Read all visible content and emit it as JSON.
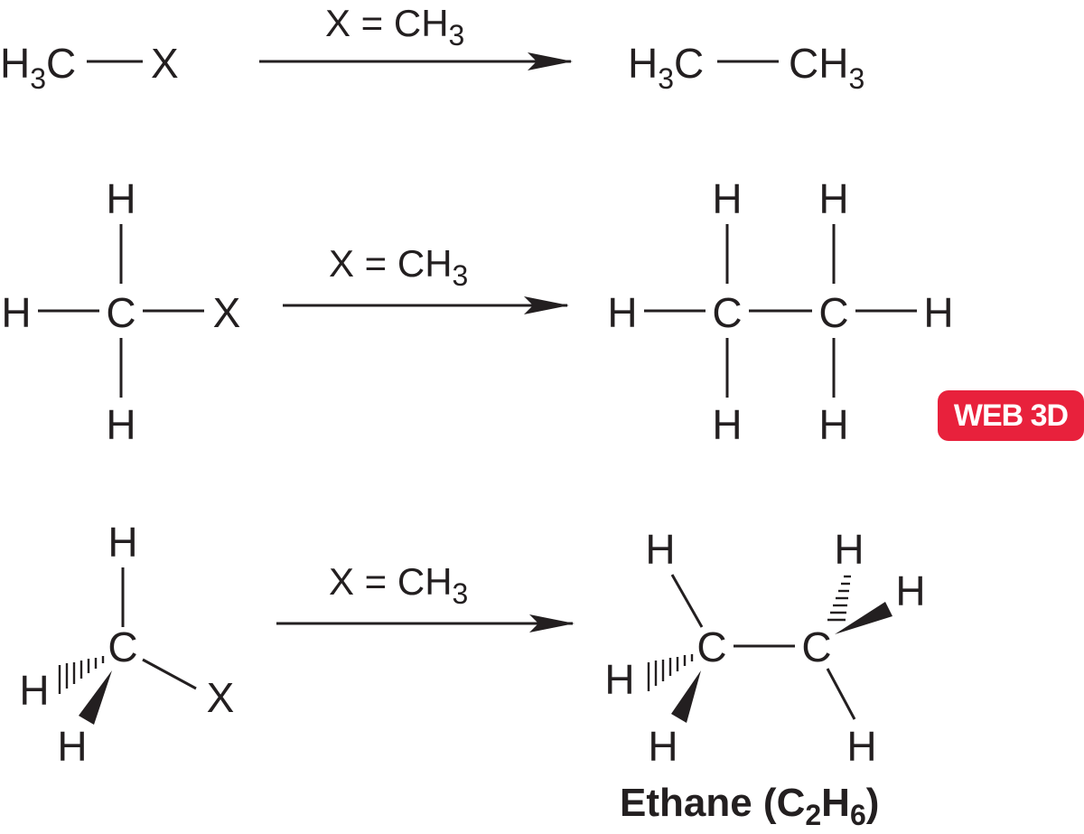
{
  "colors": {
    "ink": "#231f20",
    "badge_bg": "#e8213c",
    "badge_text": "#ffffff"
  },
  "condition": {
    "text": "X = CH",
    "sub": "3"
  },
  "row1": {
    "reactant": {
      "left_main": "H",
      "left_sub": "3",
      "left_after": "C",
      "right": "X"
    },
    "product": {
      "left_main": "H",
      "left_sub": "3",
      "left_after": "C",
      "right_main": "CH",
      "right_sub": "3"
    }
  },
  "row2": {
    "reactant": {
      "top": "H",
      "left": "H",
      "center": "C",
      "right": "X",
      "bottom": "H"
    },
    "product": {
      "top1": "H",
      "top2": "H",
      "left": "H",
      "c1": "C",
      "c2": "C",
      "right": "H",
      "bottom1": "H",
      "bottom2": "H"
    }
  },
  "row3": {
    "reactant": {
      "top": "H",
      "center": "C",
      "hash_h": "H",
      "wedge_h": "H",
      "right": "X"
    },
    "product": {
      "h_top_left": "H",
      "h_top_right": "H",
      "h_right": "H",
      "c1": "C",
      "c2": "C",
      "h_left": "H",
      "h_bottom_left": "H",
      "h_bottom_right": "H"
    }
  },
  "product_name": {
    "main": "Ethane (C",
    "sub1": "2",
    "mid": "H",
    "sub2": "6",
    "end": ")"
  },
  "badge": {
    "label": "WEB 3D"
  },
  "icons": {
    "arrow": "reaction-arrow-icon"
  }
}
